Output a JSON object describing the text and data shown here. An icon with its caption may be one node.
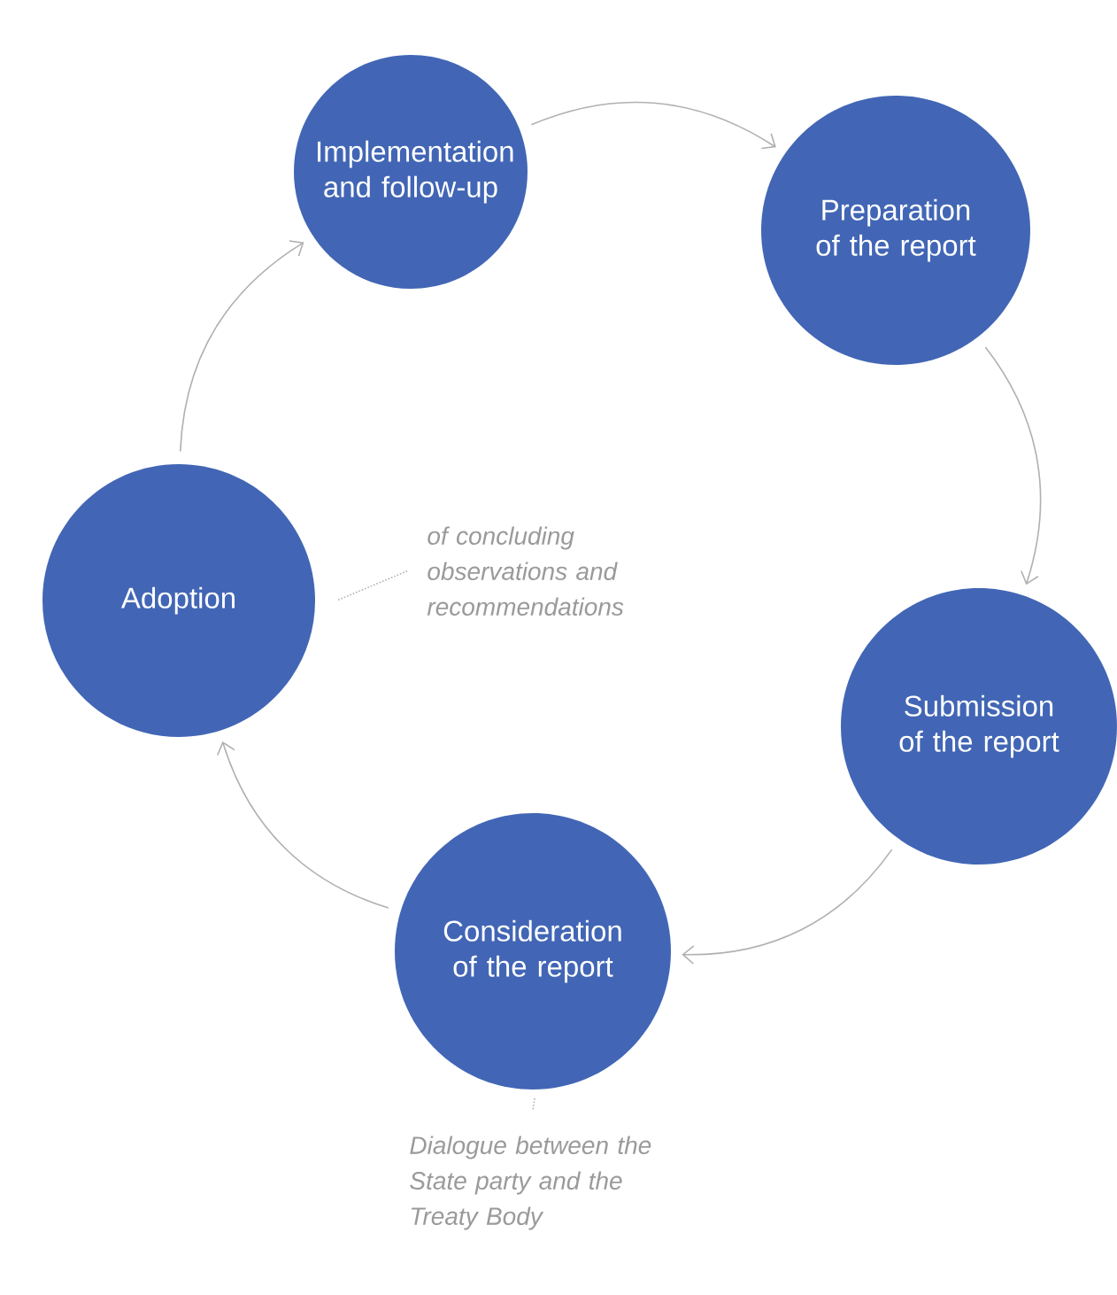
{
  "diagram": {
    "nodes": [
      {
        "text": [
          "Implementation and follow-up"
        ]
      },
      {
        "text": [
          "Preparation of the report"
        ]
      },
      {
        "text": [
          "Submission of the report"
        ]
      },
      {
        "text": [
          "Consideration of the report"
        ]
      },
      {
        "text": [
          "Adoption"
        ]
      },
      {
        "text": [
          "of concluding observations and recommendations"
        ]
      },
      {
        "text": [
          "Dialogue between the State party and the Treaty Body"
        ]
      }
    ],
    "edges": [
      {
        "from": 0,
        "to": 1,
        "arrow": "to"
      },
      {
        "from": 1,
        "to": 2,
        "arrow": "to"
      },
      {
        "from": 2,
        "to": 3,
        "arrow": "to"
      },
      {
        "from": 3,
        "to": 4,
        "arrow": "to"
      },
      {
        "from": 4,
        "to": 0,
        "arrow": "to"
      },
      {
        "from": 5,
        "to": 4,
        "arrow": "none",
        "style": "dashed"
      },
      {
        "from": 6,
        "to": 3,
        "arrow": "none",
        "style": "dashed"
      }
    ]
  }
}
